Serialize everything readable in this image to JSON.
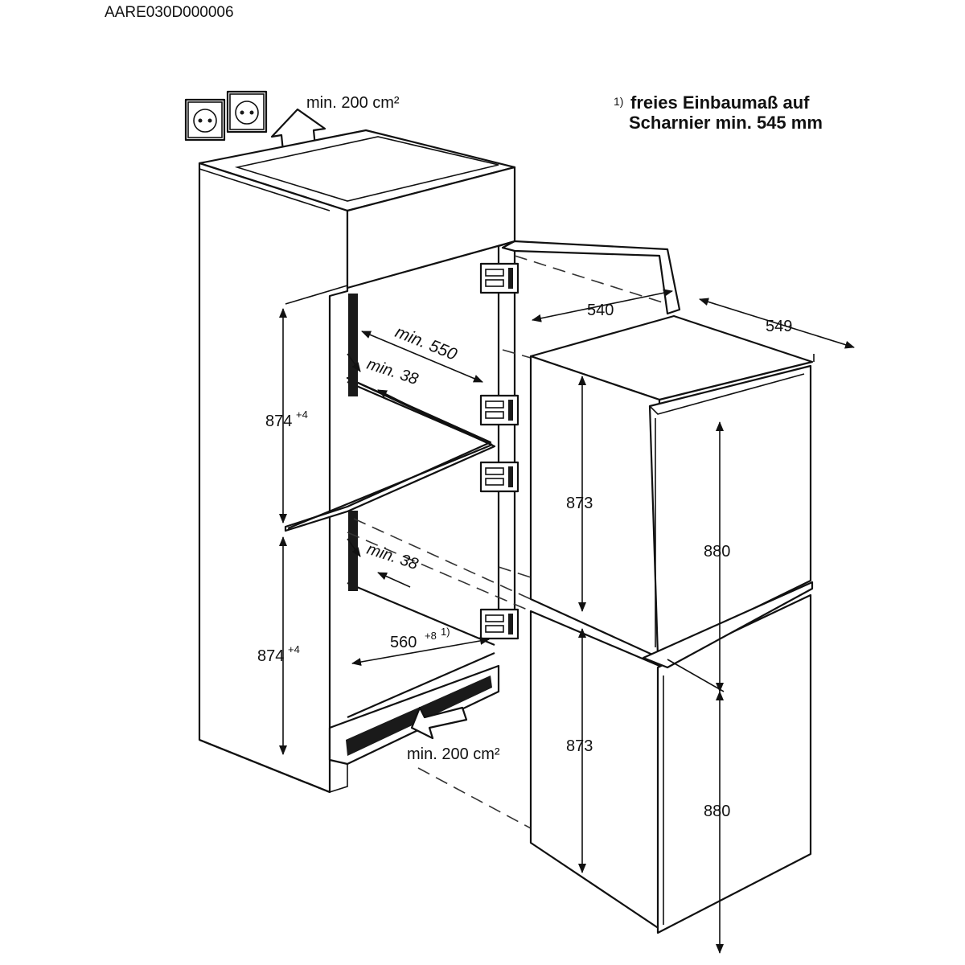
{
  "code": "AARE030D000006",
  "footnote": {
    "marker": "1)",
    "line1": "freies Einbaumaß auf",
    "line2": "Scharnier min. 545 mm"
  },
  "ventilation": {
    "top": "min. 200 cm²",
    "bottom": "min. 200 cm²"
  },
  "niche": {
    "height_upper": "874",
    "height_upper_tol": "+4",
    "height_lower": "874",
    "height_lower_tol": "+4",
    "depth_min": "min. 550",
    "gap_upper": "min. 38",
    "gap_lower": "min. 38",
    "width": "560",
    "width_tol": "+8",
    "width_note": "1)"
  },
  "appliance": {
    "width": "540",
    "depth": "549",
    "height_upper_body": "873",
    "height_lower_body": "873",
    "height_upper_door": "880",
    "height_lower_door": "880"
  },
  "icons": [
    "power-socket-icon",
    "power-socket-icon",
    "airflow-arrow-icon"
  ]
}
